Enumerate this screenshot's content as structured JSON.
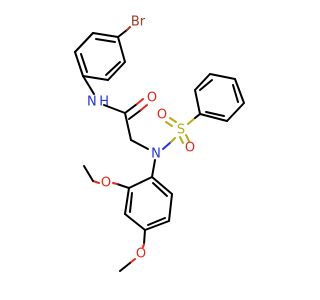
{
  "molecule": {
    "colors": {
      "carbon": "#000000",
      "oxygen": "#e8261c",
      "nitrogen": "#2233e6",
      "sulfur": "#b4ad18",
      "bromine": "#9a3b22"
    },
    "labels": {
      "bromine": "Br",
      "amide_nh": "N H",
      "carbonyl_o": "O",
      "sulfonamide_n": "N",
      "sulfur": "S",
      "sulfonyl_o_left": "O",
      "sulfonyl_o_bottom": "O",
      "methoxy_o_ortho": "O",
      "methoxy_o_para": "O"
    }
  }
}
